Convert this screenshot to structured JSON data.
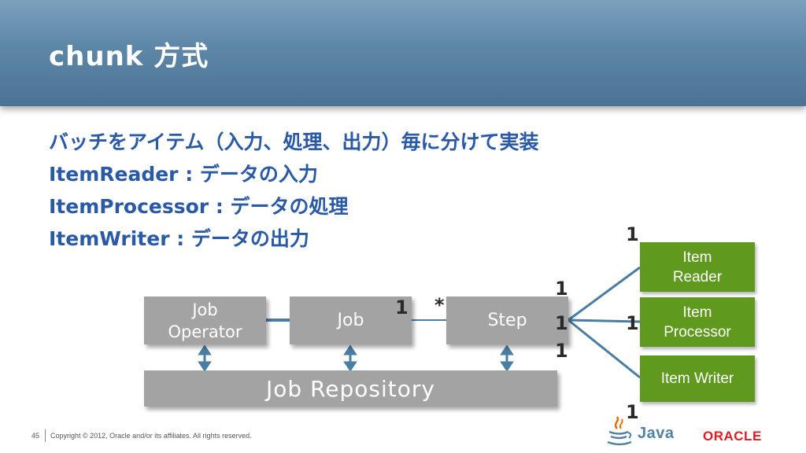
{
  "slide": {
    "title": "chunk 方式",
    "lines": [
      "バッチをアイテム（入力、処理、出力）毎に分けて実装",
      "ItemReader : データの入力",
      "ItemProcessor : データの処理",
      "ItemWriter : データの出力"
    ]
  },
  "diagram": {
    "job_operator_line1": "Job",
    "job_operator_line2": "Operator",
    "job": "Job",
    "step": "Step",
    "job_repository": "Job Repository",
    "item_reader_line1": "Item",
    "item_reader_line2": "Reader",
    "item_processor_line1": "Item",
    "item_processor_line2": "Processor",
    "item_writer": "Item Writer",
    "mult_job_step": "1",
    "mult_star": "*",
    "mult_step_reader": "1",
    "mult_step_processor": "1",
    "mult_step_writer": "1",
    "mult_reader": "1",
    "mult_processor": "1",
    "mult_writer": "1"
  },
  "footer": {
    "page_number": "45",
    "copyright": "Copyright © 2012, Oracle and/or its affiliates. All rights reserved.",
    "java_logo_text": "Java",
    "oracle_logo_text": "ORACLE"
  },
  "colors": {
    "header": "#5d86a7",
    "body_text": "#2a5aa6",
    "gray_box": "#a3a3a3",
    "green_box": "#5f9a1f",
    "connector": "#4a7da3",
    "oracle_red": "#e01b22"
  }
}
